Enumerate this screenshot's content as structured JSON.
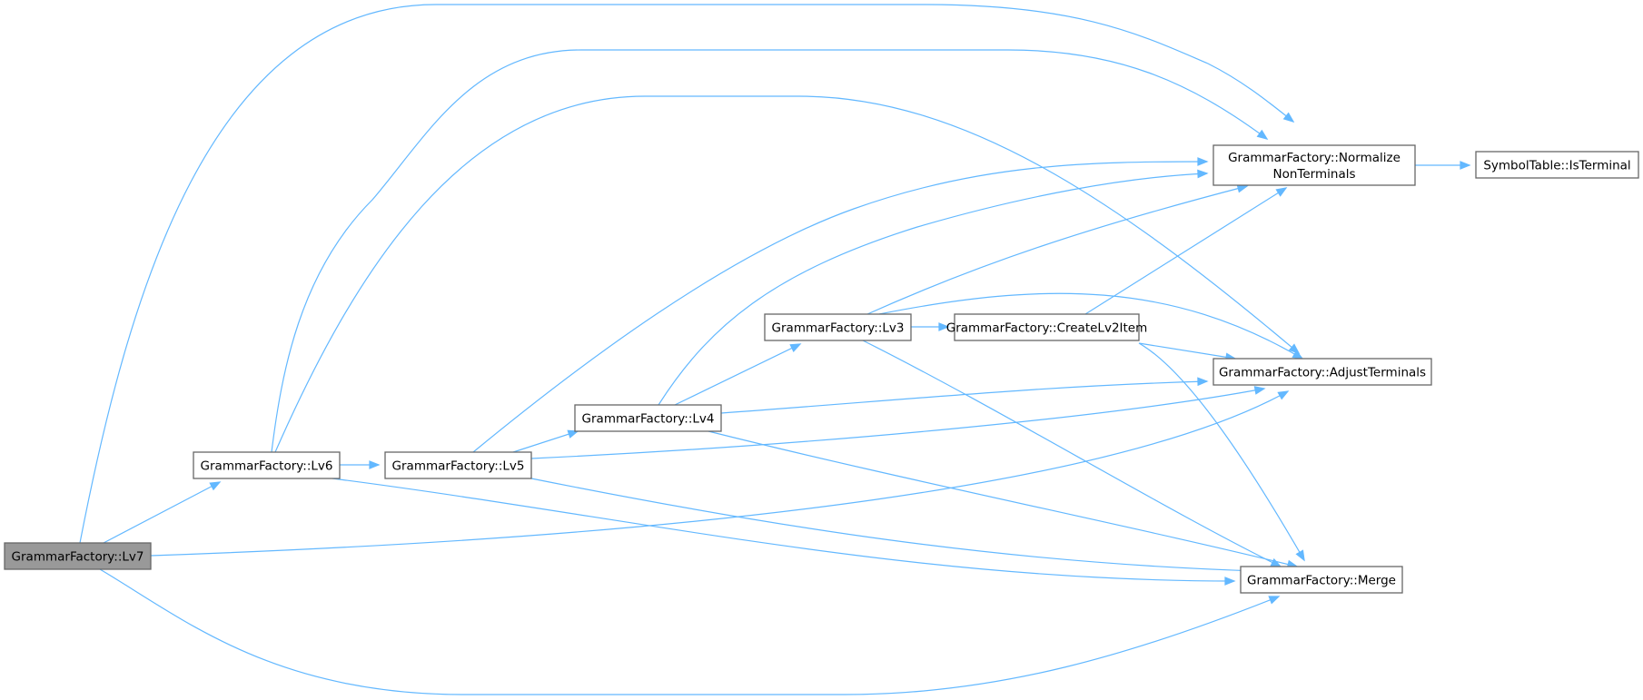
{
  "colors": {
    "edge": "#63b8ff",
    "node_fill": "#ffffff",
    "node_border": "#666666",
    "root_fill": "#999999"
  },
  "nodes": [
    {
      "id": "lv7",
      "lines": [
        "GrammarFactory::Lv7"
      ],
      "root": true
    },
    {
      "id": "lv6",
      "lines": [
        "GrammarFactory::Lv6"
      ]
    },
    {
      "id": "lv5",
      "lines": [
        "GrammarFactory::Lv5"
      ]
    },
    {
      "id": "lv4",
      "lines": [
        "GrammarFactory::Lv4"
      ]
    },
    {
      "id": "lv3",
      "lines": [
        "GrammarFactory::Lv3"
      ]
    },
    {
      "id": "create",
      "lines": [
        "GrammarFactory::CreateLv2Item"
      ]
    },
    {
      "id": "normalize",
      "lines": [
        "GrammarFactory::Normalize",
        "NonTerminals"
      ]
    },
    {
      "id": "isterm",
      "lines": [
        "SymbolTable::IsTerminal"
      ]
    },
    {
      "id": "adjust",
      "lines": [
        "GrammarFactory::AdjustTerminals"
      ]
    },
    {
      "id": "merge",
      "lines": [
        "GrammarFactory::Merge"
      ]
    }
  ],
  "edges": [
    {
      "from": "lv7",
      "to": "lv6"
    },
    {
      "from": "lv7",
      "to": "normalize"
    },
    {
      "from": "lv7",
      "to": "adjust"
    },
    {
      "from": "lv7",
      "to": "merge"
    },
    {
      "from": "lv6",
      "to": "lv5"
    },
    {
      "from": "lv6",
      "to": "normalize"
    },
    {
      "from": "lv6",
      "to": "adjust"
    },
    {
      "from": "lv6",
      "to": "merge"
    },
    {
      "from": "lv5",
      "to": "lv4"
    },
    {
      "from": "lv5",
      "to": "normalize"
    },
    {
      "from": "lv5",
      "to": "adjust"
    },
    {
      "from": "lv5",
      "to": "merge"
    },
    {
      "from": "lv4",
      "to": "lv3"
    },
    {
      "from": "lv4",
      "to": "normalize"
    },
    {
      "from": "lv4",
      "to": "adjust"
    },
    {
      "from": "lv4",
      "to": "merge"
    },
    {
      "from": "lv3",
      "to": "create"
    },
    {
      "from": "lv3",
      "to": "normalize"
    },
    {
      "from": "lv3",
      "to": "adjust"
    },
    {
      "from": "lv3",
      "to": "merge"
    },
    {
      "from": "create",
      "to": "normalize"
    },
    {
      "from": "create",
      "to": "adjust"
    },
    {
      "from": "create",
      "to": "merge"
    },
    {
      "from": "normalize",
      "to": "isterm"
    }
  ]
}
